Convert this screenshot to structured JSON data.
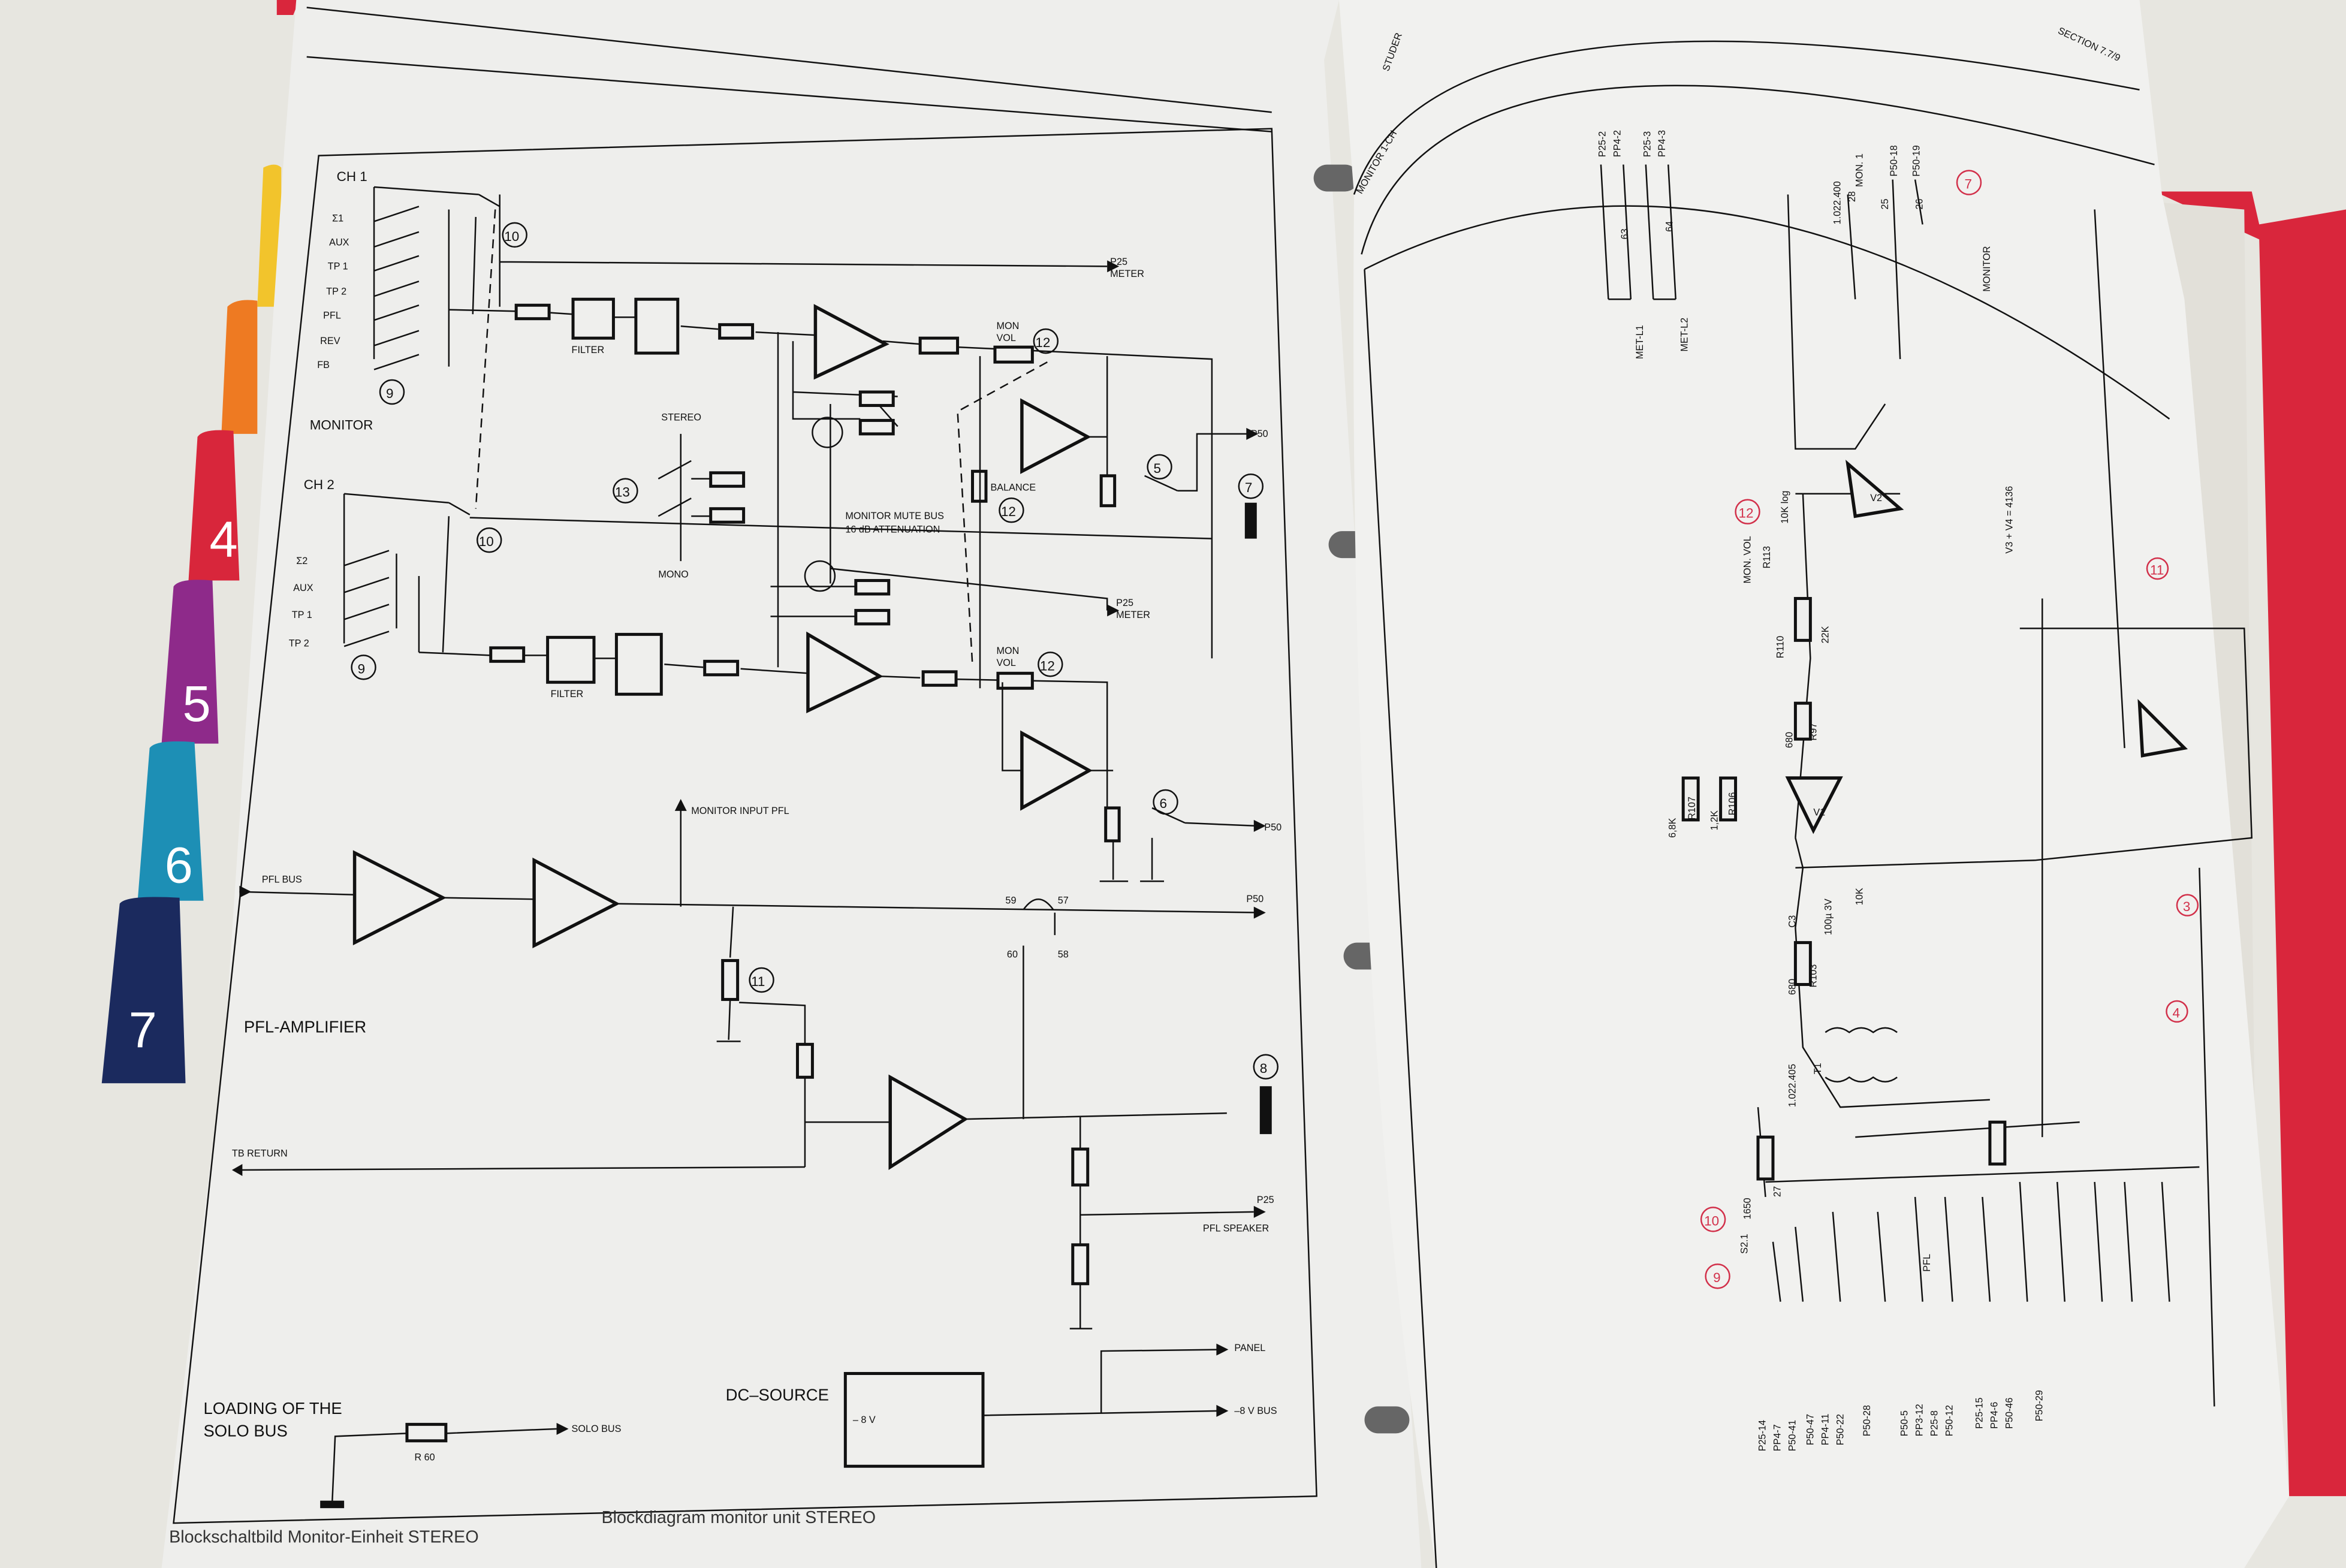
{
  "tabs": [
    {
      "label": "",
      "color": "#f2c42c"
    },
    {
      "label": "",
      "color": "#ee7a22"
    },
    {
      "label": "4",
      "color": "#d8263b"
    },
    {
      "label": "5",
      "color": "#8e2a8a"
    },
    {
      "label": "6",
      "color": "#1d8fb5"
    },
    {
      "label": "7",
      "color": "#1b2a5e"
    }
  ],
  "left_page": {
    "ch1": {
      "title": "CH 1",
      "inputs": [
        "Σ1",
        "AUX",
        "TP 1",
        "TP 2",
        "PFL",
        "REV",
        "FB"
      ]
    },
    "ch2": {
      "title": "CH 2",
      "inputs": [
        "Σ2",
        "AUX",
        "TP 1",
        "TP 2"
      ]
    },
    "labels": {
      "monitor": "MONITOR",
      "filter": "FILTER",
      "stereo": "STEREO",
      "mono": "MONO",
      "p25": "P25",
      "meter": "METER",
      "mon": "MON",
      "vol": "VOL",
      "balance": "BALANCE",
      "mute_bus_1": "MONITOR MUTE BUS",
      "mute_bus_2": "16 dB ATTENUATION",
      "p50": "P50",
      "monitor_input_pfl": "MONITOR INPUT PFL",
      "pfl_bus": "PFL BUS",
      "pfl_amplifier": "PFL-AMPLIFIER",
      "tb_return": "TB RETURN",
      "pfl_speaker": "PFL SPEAKER",
      "panel": "PANEL",
      "dc_source": "DC–SOURCE",
      "minus_8v": "– 8 V",
      "minus_8v_bus": "–8 V BUS",
      "loading_1": "LOADING OF THE",
      "loading_2": "SOLO BUS",
      "r60": "R 60",
      "solo_bus": "SOLO BUS"
    },
    "pins": {
      "p59": "59",
      "p57": "57",
      "p60": "60",
      "p58": "58"
    },
    "callouts": {
      "c5": "5",
      "c6": "6",
      "c7": "7",
      "c8": "8",
      "c9": "9",
      "c10": "10",
      "c11": "11",
      "c12": "12",
      "c13": "13"
    },
    "caption_de": "Blockschaltbild Monitor-Einheit STEREO",
    "caption_en": "Blockdiagram monitor unit STEREO"
  },
  "right_page": {
    "section": "SECTION 7.7/9",
    "brand": "STUDER",
    "title": "MONITOR 1-CH",
    "top_connectors": [
      "P25-2",
      "PP4-2",
      "P25-3",
      "PP4-3"
    ],
    "pin_numbers": [
      "63",
      "64",
      "27",
      "28",
      "25",
      "26"
    ],
    "meter_labels": [
      "MET-L1",
      "MET-L2"
    ],
    "parts": {
      "mon1": "MON. 1",
      "p50_18": "P50-18",
      "p50_19": "P50-19",
      "transformer_top": "1.022.400",
      "monitor": "MONITOR",
      "mon_vol": "MON. VOL",
      "r113": "R113",
      "r113_val": "10K log",
      "r110": "R110",
      "r110_val": "22K",
      "r97": "R97",
      "r97_val": "680",
      "r107": "R107",
      "r107_val": "6,8K",
      "r106": "R106",
      "r106_val": "1,2K",
      "r103": "R103",
      "r103_val": "680",
      "c3": "C3",
      "c3_val": "100µ 3V",
      "r_10k": "10K",
      "t1": "T1",
      "t1_val": "1.022.405",
      "v1": "V1",
      "v2": "V2",
      "v3v4": "V3 + V4 = 4136",
      "pfl": "PFL",
      "r_1650": "1650",
      "s2_1": "S2.1"
    },
    "bottom_connectors": [
      "P25-14",
      "PP4-7",
      "P50-41",
      "P50-47",
      "PP4-11",
      "P50-22",
      "P50-28",
      "P50-5",
      "PP3-12",
      "P25-8",
      "P50-12",
      "P25-15",
      "PP4-6",
      "P50-46",
      "P50-29"
    ],
    "red_callouts": [
      "9",
      "10",
      "12",
      "7",
      "11",
      "3",
      "4"
    ]
  }
}
